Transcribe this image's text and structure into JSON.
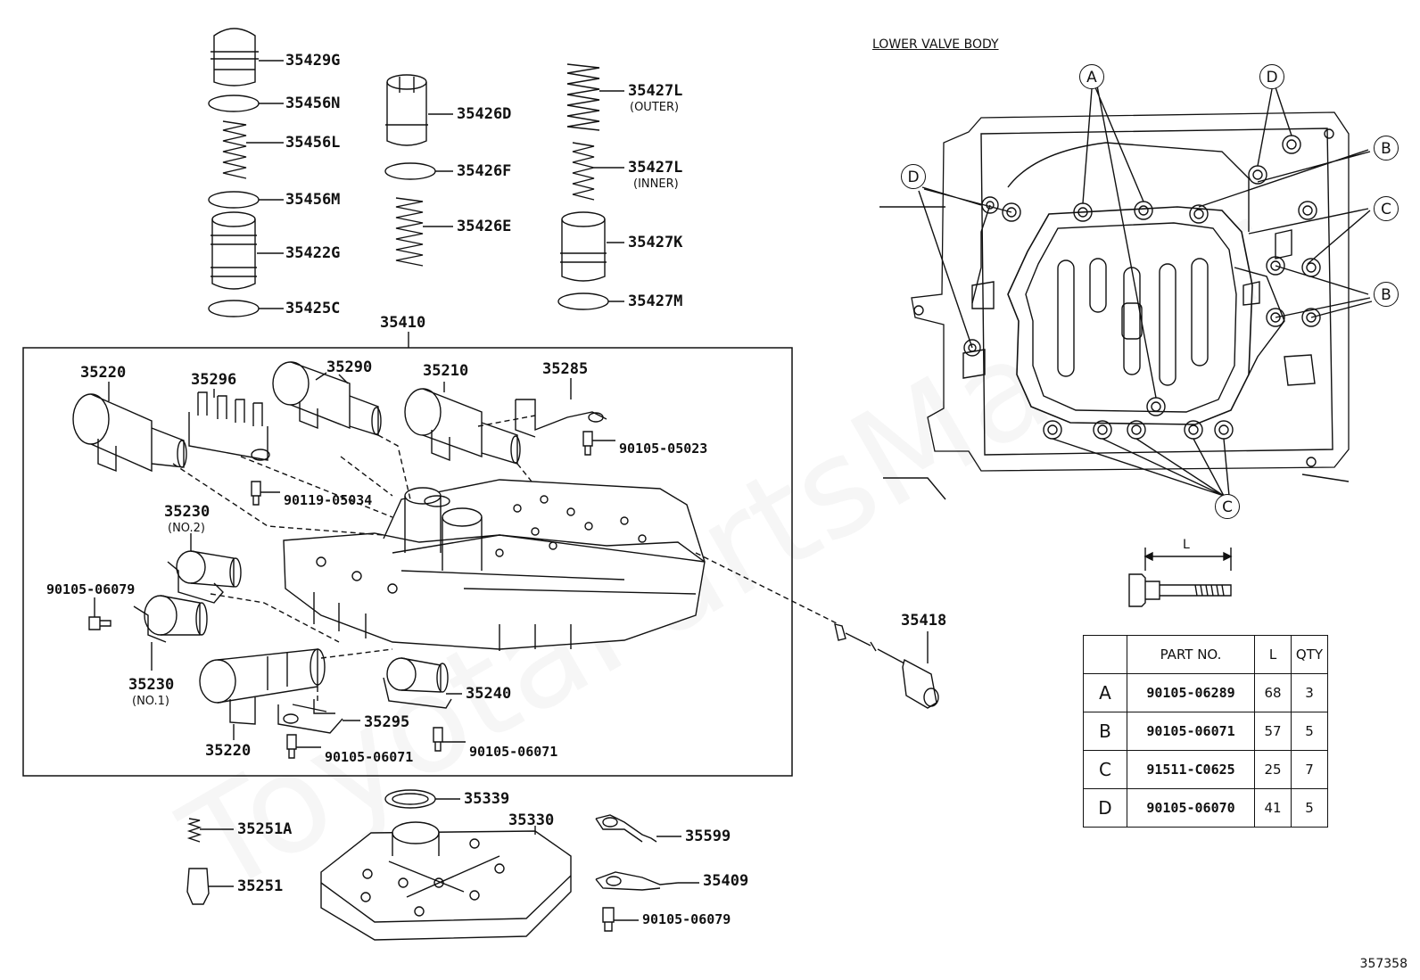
{
  "labels": {
    "p35429G": "35429G",
    "p35456N": "35456N",
    "p35456L": "35456L",
    "p35456M": "35456M",
    "p35422G": "35422G",
    "p35425C": "35425C",
    "p35426D": "35426D",
    "p35426F": "35426F",
    "p35426E": "35426E",
    "p35427L_outer": "35427L",
    "outer": "(OUTER)",
    "p35427L_inner": "35427L",
    "inner": "(INNER)",
    "p35427K": "35427K",
    "p35427M": "35427M",
    "p35410": "35410",
    "p35220_top": "35220",
    "p35296": "35296",
    "p35290": "35290",
    "p35210": "35210",
    "p35285": "35285",
    "b90105_05023": "90105-05023",
    "b90119_05034": "90119-05034",
    "p35230_no2": "35230",
    "no2": "(NO.2)",
    "b90105_06079_left": "90105-06079",
    "p35230_no1": "35230",
    "no1": "(NO.1)",
    "p35220_bottom": "35220",
    "p35240": "35240",
    "p35295": "35295",
    "b90105_06071_a": "90105-06071",
    "b90105_06071_b": "90105-06071",
    "p35418": "35418",
    "p35339": "35339",
    "p35330": "35330",
    "p35251A": "35251A",
    "p35251": "35251",
    "p35599": "35599",
    "p35409": "35409",
    "b90105_06079_bottom": "90105-06079"
  },
  "lower_valve_body": {
    "title": "LOWER VALVE BODY",
    "callouts": {
      "a": "A",
      "b1": "B",
      "b2": "B",
      "c1": "C",
      "c2": "C",
      "d1": "D",
      "d2": "D"
    },
    "bolt_length_label": "L"
  },
  "bolt_table": {
    "headers": [
      "",
      "PART NO.",
      "L",
      "QTY"
    ],
    "rows": [
      {
        "code": "A",
        "part_no": "90105-06289",
        "length": "68",
        "qty": "3"
      },
      {
        "code": "B",
        "part_no": "90105-06071",
        "length": "57",
        "qty": "5"
      },
      {
        "code": "C",
        "part_no": "91511-C0625",
        "length": "25",
        "qty": "7"
      },
      {
        "code": "D",
        "part_no": "90105-06070",
        "length": "41",
        "qty": "5"
      }
    ]
  },
  "reference_number": "357358",
  "watermark": "ToyotaPartsMaster",
  "colors": {
    "line": "#111111",
    "background": "#ffffff"
  }
}
